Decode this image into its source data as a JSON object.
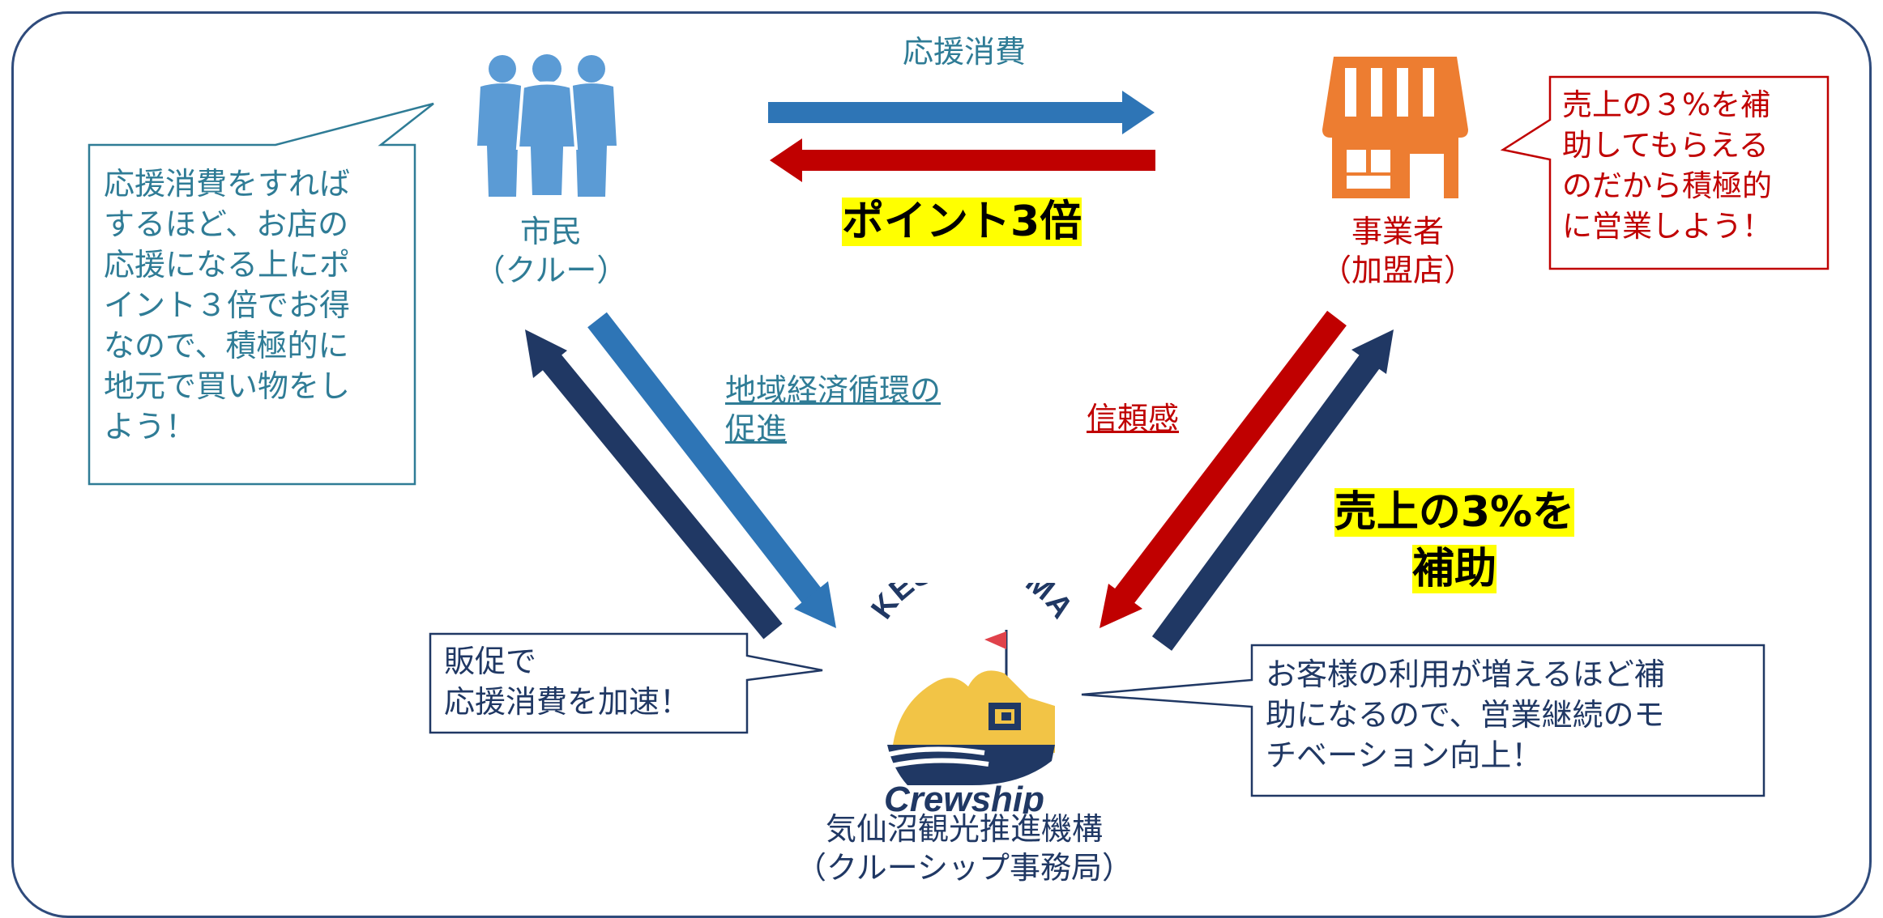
{
  "colors": {
    "blue_arrow": "#2e75b6",
    "red_arrow": "#c00000",
    "navy_arrow": "#203864",
    "text_teal": "#2f7c96",
    "shop_orange": "#ed7d31",
    "highlight": "#ffff00"
  },
  "top": {
    "label": "応援消費",
    "highlight": "ポイント3倍"
  },
  "citizen": {
    "icon": "people-icon",
    "line1": "市民",
    "line2": "（クルー）"
  },
  "business": {
    "icon": "storefront-icon",
    "line1": "事業者",
    "line2": "（加盟店）"
  },
  "left_link": {
    "line1": "地域経済循環の",
    "line2": "促進"
  },
  "right_link": {
    "label": "信頼感"
  },
  "right_highlight": {
    "line1": "売上の3%を",
    "line2": "補助"
  },
  "bubbles": {
    "citizen": [
      "応援消費をすれば",
      "するほど、お店の",
      "応援になる上にポ",
      "イント３倍でお得",
      "なので、積極的に",
      "地元で買い物をし",
      "よう！"
    ],
    "business": [
      "売上の３%を補",
      "助してもらえる",
      "のだから積極的",
      "に営業しよう！"
    ],
    "promo": [
      "販促で",
      "応援消費を加速！"
    ],
    "customer": [
      "お客様の利用が増えるほど補",
      "助になるので、営業継続のモ",
      "チベーション向上！"
    ]
  },
  "logo": {
    "arc_text": "KESENNUMA",
    "brand": "Crewship"
  },
  "org": {
    "line1": "気仙沼観光推進機構",
    "line2": "（クルーシップ事務局）"
  }
}
